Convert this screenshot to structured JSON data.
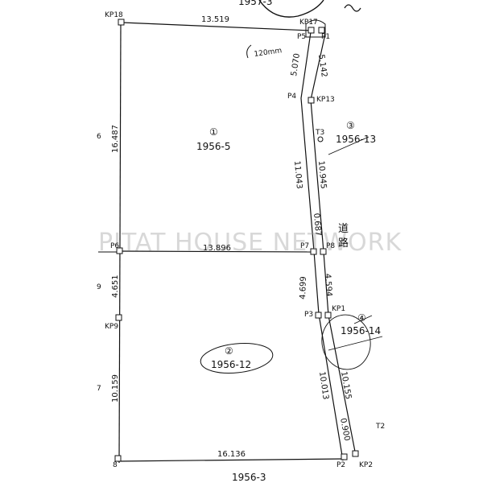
{
  "watermark": "PITAT HOUSE NETWORK",
  "top_parcel": "1957-3",
  "bottom_parcel": "1956-3",
  "road_label_1": "道",
  "road_label_2": "路",
  "scale_note": "120mm",
  "parcels": [
    {
      "no": "①",
      "number": "1956-5"
    },
    {
      "no": "②",
      "number": "1956-12"
    },
    {
      "no": "③",
      "number": "1956-13"
    },
    {
      "no": "④",
      "number": "1956-14"
    }
  ],
  "points": {
    "kp18": "KP18",
    "kp17": "KP17",
    "p5": "P5",
    "p1": "P1",
    "p4": "P4",
    "kp13": "KP13",
    "t3": "T3",
    "p6": "P6",
    "p7": "P7",
    "p8": "P8",
    "p3": "P3",
    "kp1": "KP1",
    "kp9": "KP9",
    "p8b": "8",
    "p2": "P2",
    "kp2": "KP2",
    "t2": "T2"
  },
  "distances": {
    "top": "13.519",
    "left_upper": "16.487",
    "middle": "13.896",
    "left_mid": "4.651",
    "left_lower": "10.159",
    "bottom": "16.136",
    "road_inner_1": "5.070",
    "road_outer_1": "5.142",
    "road_inner_2": "11.043",
    "road_outer_2": "10.945",
    "road_outer_3": "0.687",
    "road_inner_3": "4.699",
    "road_outer_4": "4.594",
    "road_inner_4": "10.013",
    "road_outer_5": "10.155",
    "road_outer_6": "0.900"
  },
  "edge_labels": {
    "left_6": "6",
    "left_9": "9",
    "left_7": "7"
  }
}
